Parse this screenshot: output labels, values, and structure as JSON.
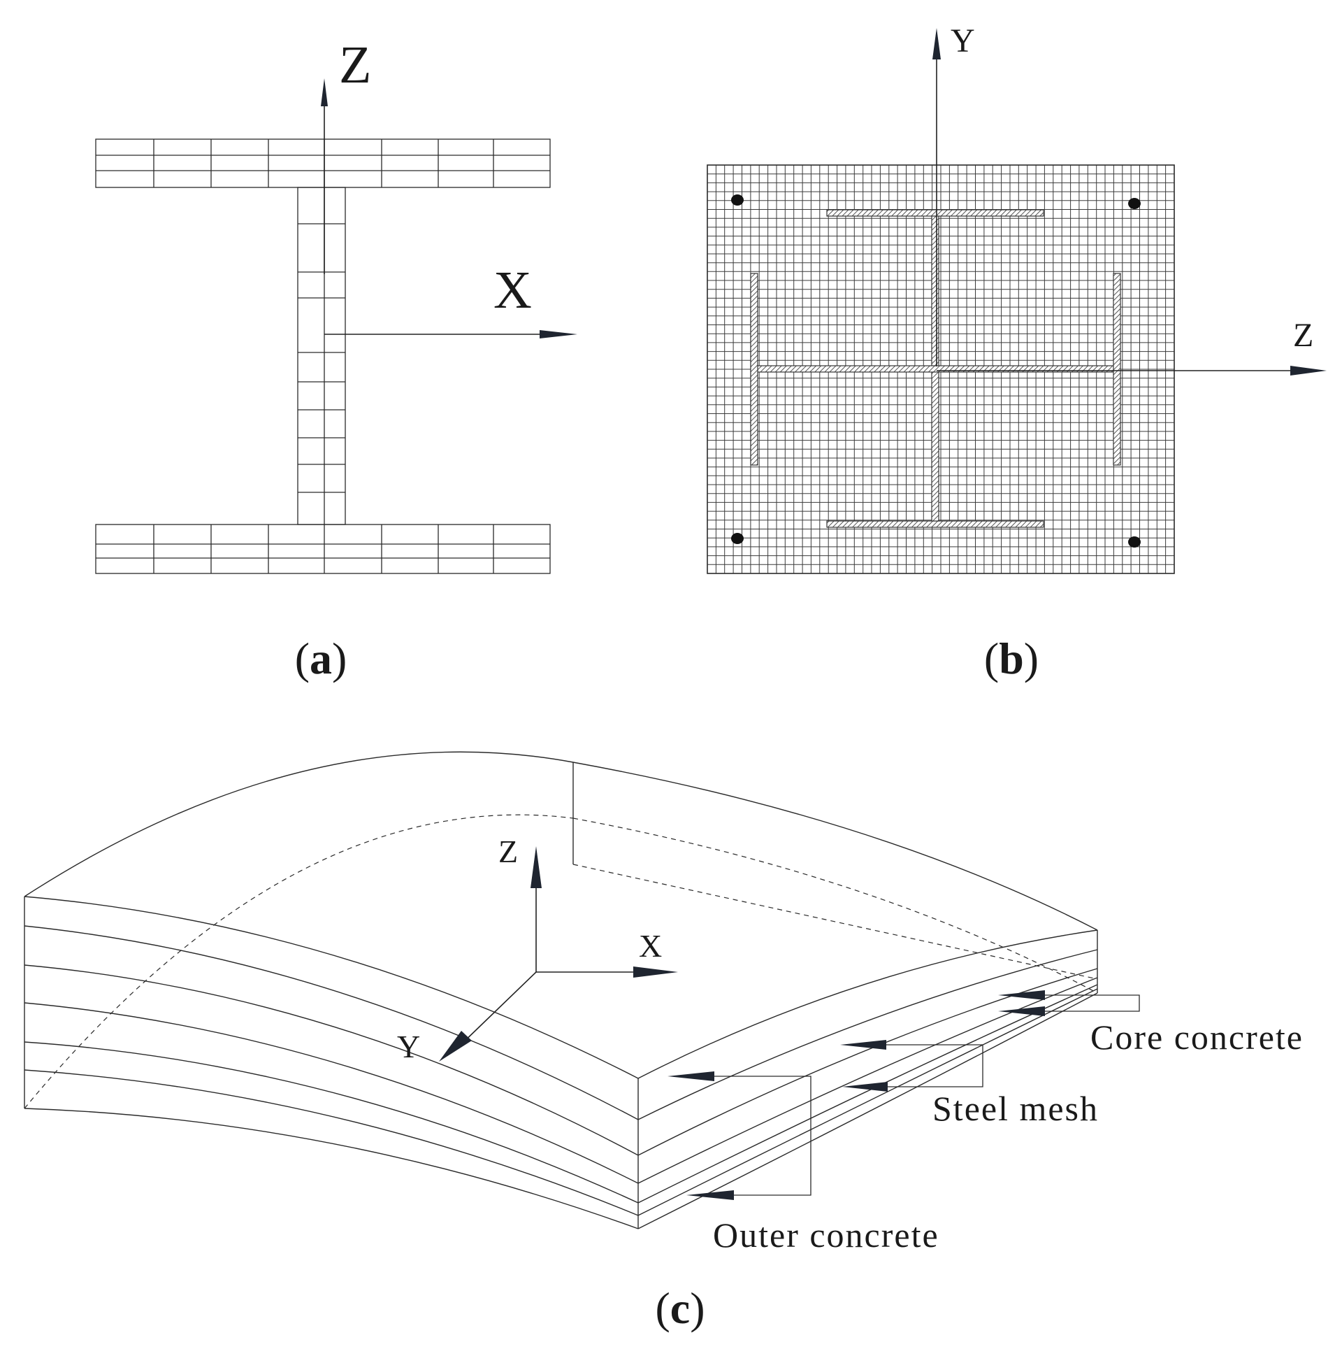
{
  "panel_a": {
    "caption": "a",
    "axis_vertical": "Z",
    "axis_horizontal": "X"
  },
  "panel_b": {
    "caption": "b",
    "axis_vertical": "Y",
    "axis_horizontal": "Z"
  },
  "panel_c": {
    "caption": "c",
    "axis_z": "Z",
    "axis_x": "X",
    "axis_y": "Y",
    "callouts": {
      "core": "Core concrete",
      "steel": "Steel mesh",
      "outer": "Outer concrete"
    }
  },
  "colors": {
    "line": "#2a2a2a",
    "arrow": "#1f2530",
    "hatch_fill": "#9a9a9a",
    "background": "#ffffff"
  }
}
